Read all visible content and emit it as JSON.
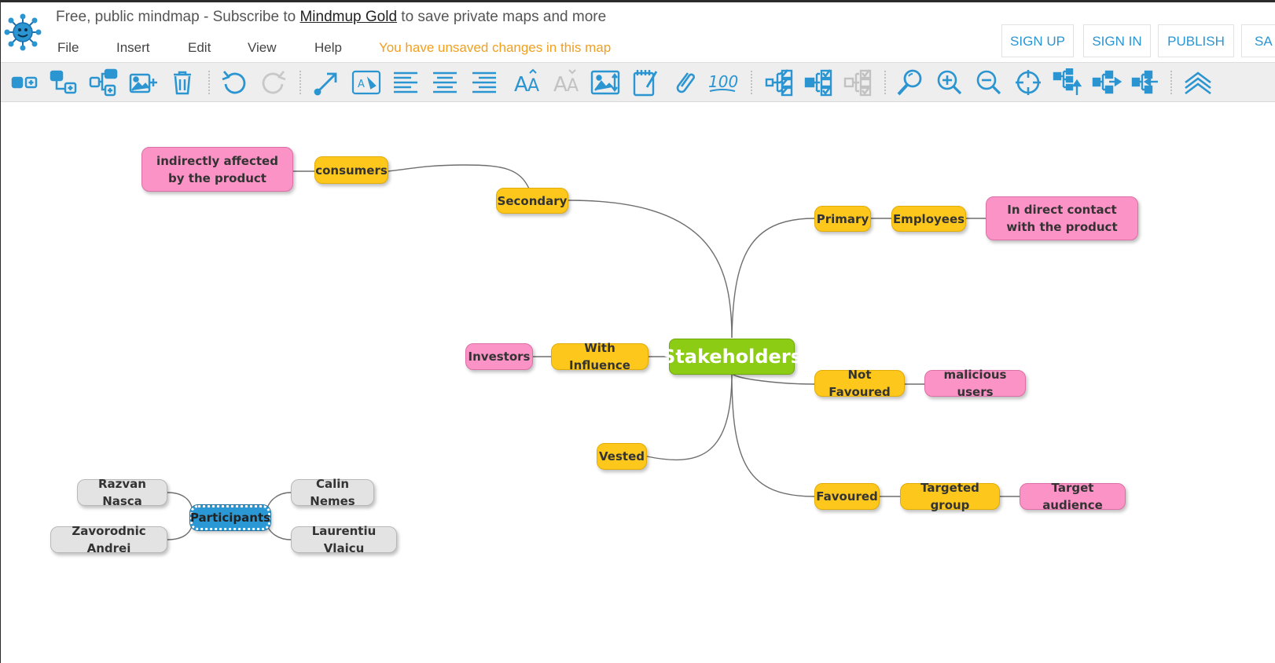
{
  "header": {
    "banner_prefix": "Free, public mindmap - Subscribe to ",
    "banner_link": "Mindmup Gold",
    "banner_suffix": " to save private maps and more",
    "menu": [
      "File",
      "Insert",
      "Edit",
      "View",
      "Help"
    ],
    "unsaved_notice": "You have unsaved changes in this map",
    "buttons": [
      "SIGN UP",
      "SIGN IN",
      "PUBLISH",
      "SA"
    ]
  },
  "toolbar": {
    "tools": [
      "add-child-icon",
      "add-sibling-icon",
      "add-group-icon",
      "insert-image-icon",
      "delete-icon",
      "undo-icon",
      "redo-icon",
      "connector-icon",
      "node-style-icon",
      "align-left-icon",
      "align-center-icon",
      "align-right-icon",
      "increase-font-icon",
      "decrease-font-icon",
      "image-position-icon",
      "note-icon",
      "link-icon",
      "measure-icon",
      "progress-icon",
      "progress-add-icon",
      "progress-clear-icon",
      "search-icon",
      "zoom-in-icon",
      "zoom-out-icon",
      "center-icon",
      "layout-top-down-icon",
      "layout-left-right-icon",
      "layout-right-left-icon",
      "collapse-toolbar-icon"
    ]
  },
  "map": {
    "root": "Stakeholders",
    "nodes": {
      "secondary": "Secondary",
      "consumers": "consumers",
      "indirectly": "indirectly affected by the product",
      "primary": "Primary",
      "employees": "Employees",
      "direct_contact": "In direct contact with the product",
      "with_influence": "With Influence",
      "investors": "Investors",
      "not_favoured": "Not Favoured",
      "malicious": "malicious users",
      "vested": "Vested",
      "favoured": "Favoured",
      "targeted_group": "Targeted group",
      "target_audience": "Target audience",
      "participants": "Participants",
      "razvan": "Razvan Nasca",
      "zavorodnic": "Zavorodnic Andrei",
      "calin": "Calin Nemes",
      "laurentiu": "Laurentiu Vlaicu"
    }
  },
  "colors": {
    "accent": "#2a95d1",
    "unsaved": "#f0a020",
    "root_node": "#8dcc15",
    "yellow_node": "#fdc81b",
    "pink_node": "#fc93c6",
    "gray_node": "#e3e3e3",
    "selected_node": "#2b98d6"
  }
}
